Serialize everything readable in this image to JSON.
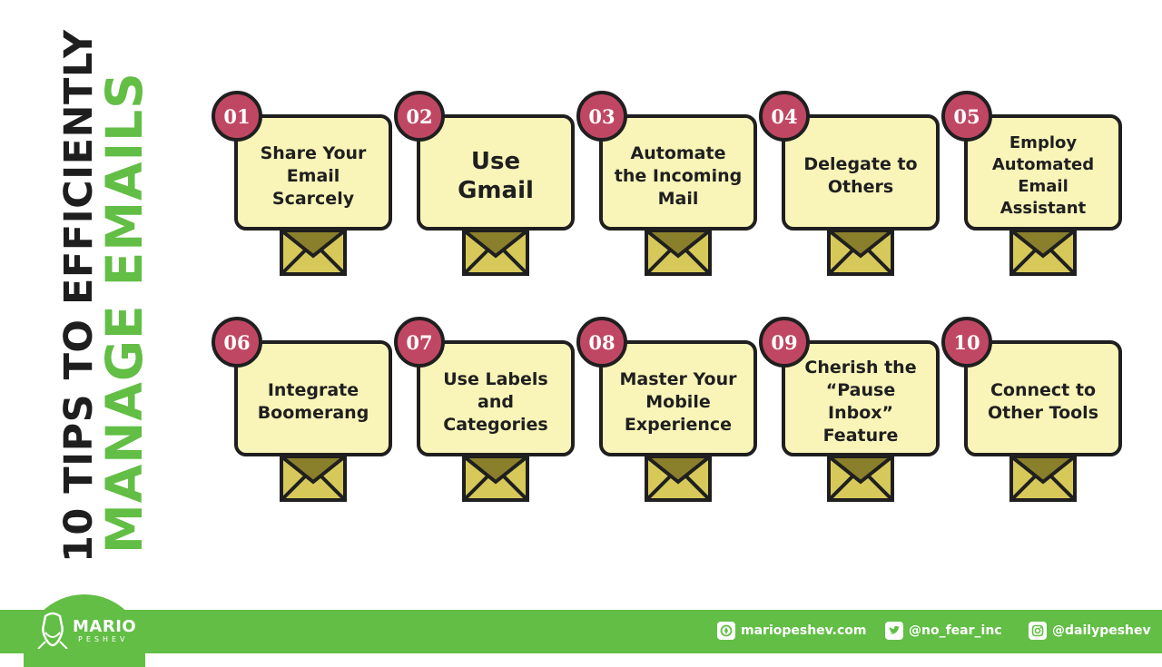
{
  "title": {
    "line1": "10 TIPS TO EFFICIENTLY",
    "line2": "MANAGE EMAILS",
    "line1_color": "#1e1e1e",
    "line2_color": "#62be45"
  },
  "colors": {
    "card_fill": "#f9f4b8",
    "badge_fill": "#c04763",
    "envelope_body": "#d6c95a",
    "envelope_dark": "#8a7f2b",
    "outline": "#1f1f1f",
    "footer": "#62be45"
  },
  "tips": [
    {
      "number": "01",
      "text": "Share Your Email Scarcely"
    },
    {
      "number": "02",
      "text": "Use Gmail"
    },
    {
      "number": "03",
      "text": "Automate the Incoming Mail"
    },
    {
      "number": "04",
      "text": "Delegate to Others"
    },
    {
      "number": "05",
      "text": "Employ Automated Email Assistant"
    },
    {
      "number": "06",
      "text": "Integrate Boomerang"
    },
    {
      "number": "07",
      "text": "Use Labels and Categories"
    },
    {
      "number": "08",
      "text": "Master Your Mobile Experience"
    },
    {
      "number": "09",
      "text": "Cherish the “Pause Inbox” Feature"
    },
    {
      "number": "10",
      "text": "Connect to Other Tools"
    }
  ],
  "footer": {
    "logo_name": "MARIO",
    "logo_sub": "PESHEV",
    "website": "mariopeshev.com",
    "website_icon": "compass-icon",
    "twitter": "@no_fear_inc",
    "twitter_icon": "twitter-icon",
    "instagram": "@dailypeshev",
    "instagram_icon": "instagram-icon"
  }
}
